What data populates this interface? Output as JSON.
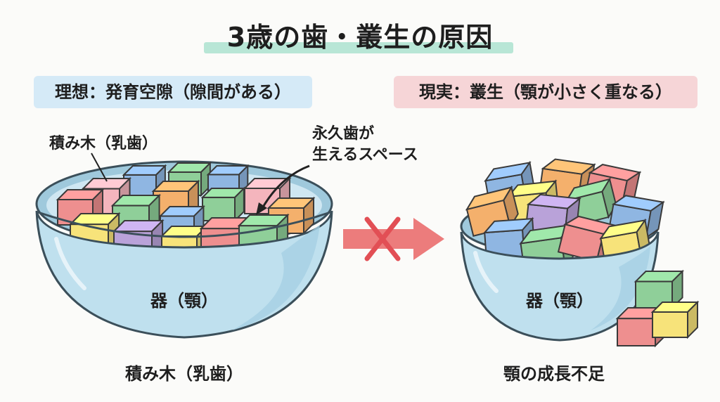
{
  "title": "3歳の歯・叢生の原因",
  "ideal": {
    "heading": "理想：発育空隙（隙間がある）",
    "blocks_label": "積み木（乳歯）",
    "space_label_line1": "永久歯が",
    "space_label_line2": "生えるスペース",
    "bowl_label": "器（顎）",
    "caption": "積み木（乳歯）"
  },
  "reality": {
    "heading": "現実：叢生（顎が小さく重なる）",
    "bowl_label": "器（顎）",
    "caption": "顎の成長不足"
  },
  "transition": {
    "crossed_arrow_icon": "crossed-arrow-icon"
  },
  "colors": {
    "title_highlight": "#b8e6d6",
    "ideal_pill": "#d5eaf7",
    "reality_pill": "#f6d5d7",
    "bowl": "#bfe0ee",
    "bowl_dark": "#94c6dd",
    "arrow": "#ec7c7c",
    "block_red": "#ee8f8f",
    "block_yellow": "#f7e37a",
    "block_purple": "#b9a2d9",
    "block_green": "#8fcf99",
    "block_orange": "#f4b06c",
    "block_blue": "#8fb6e2",
    "block_pink": "#f4b5bd"
  }
}
